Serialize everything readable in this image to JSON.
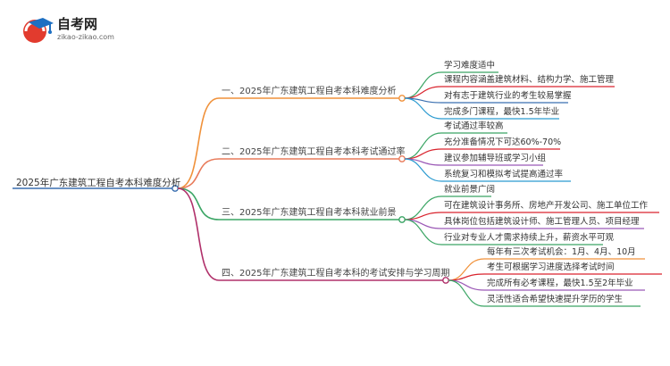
{
  "logo": {
    "title": "自考网",
    "url": "zikao-zikao.com"
  },
  "colors": {
    "root": "#3a6fb0",
    "branches": [
      "#f0913a",
      "#e87a5a",
      "#3aa564",
      "#b0306a"
    ],
    "leaves": [
      [
        "#3aa564",
        "#d9232d",
        "#3a6fb0",
        "#2a9ad0"
      ],
      [
        "#3aa564",
        "#d9232d",
        "#9b59b6",
        "#2a9ad0"
      ],
      [
        "#3aa564",
        "#d9232d",
        "#9b59b6",
        "#3aa564"
      ],
      [
        "#f0913a",
        "#d9232d",
        "#9b59b6",
        "#3aa564"
      ]
    ]
  },
  "root": {
    "label": "2025年广东建筑工程自考本科难度分析"
  },
  "branches": [
    {
      "label": "一、2025年广东建筑工程自考本科难度分析",
      "leaves": [
        "学习难度适中",
        "课程内容涵盖建筑材料、结构力学、施工管理",
        "对有志于建筑行业的考生较易掌握",
        "完成多门课程，最快1.5年毕业"
      ]
    },
    {
      "label": "二、2025年广东建筑工程自考本科考试通过率",
      "leaves": [
        "考试通过率较高",
        "充分准备情况下可达60%-70%",
        "建议参加辅导班或学习小组",
        "系统复习和模拟考试提高通过率"
      ]
    },
    {
      "label": "三、2025年广东建筑工程自考本科就业前景",
      "leaves": [
        "就业前景广阔",
        "可在建筑设计事务所、房地产开发公司、施工单位工作",
        "具体岗位包括建筑设计师、施工管理人员、项目经理",
        "行业对专业人才需求持续上升，薪资水平可观"
      ]
    },
    {
      "label": "四、2025年广东建筑工程自考本科的考试安排与学习周期",
      "leaves": [
        "每年有三次考试机会：1月、4月、10月",
        "考生可根据学习进度选择考试时间",
        "完成所有必考课程，最快1.5至2年毕业",
        "灵活性适合希望快速提升学历的学生"
      ]
    }
  ]
}
